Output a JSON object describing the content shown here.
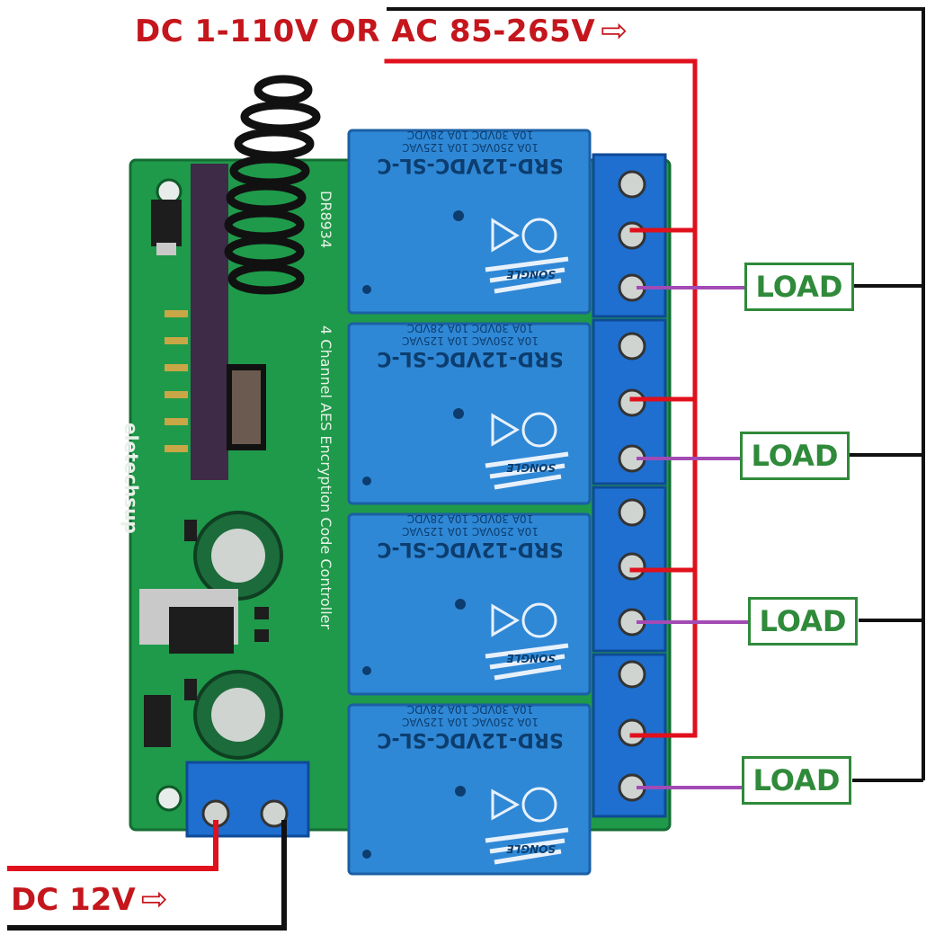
{
  "labels": {
    "supply_main": "DC 1-110V OR AC 85-265V",
    "supply_control": "DC 12V",
    "arrow_glyph": "⇨",
    "load": "LOAD"
  },
  "board": {
    "brand": "eletechsup",
    "title": "4 Channel AES Encryption Code Controller",
    "model": "DR8934",
    "relays": [
      {
        "model": "SRD-12VDC-SL-C",
        "ratings": [
          "10A 250VAC 10A 125VAC",
          "10A 30VDC 10A 28VDC"
        ],
        "maker": "SONGLE"
      },
      {
        "model": "SRD-12VDC-SL-C",
        "ratings": [
          "10A 250VAC 10A 125VAC",
          "10A 30VDC 10A 28VDC"
        ],
        "maker": "SONGLE"
      },
      {
        "model": "SRD-12VDC-SL-C",
        "ratings": [
          "10A 250VAC 10A 125VAC",
          "10A 30VDC 10A 28VDC"
        ],
        "maker": "SONGLE"
      },
      {
        "model": "SRD-12VDC-SL-C",
        "ratings": [
          "10A 250VAC 10A 125VAC",
          "10A 30VDC 10A 28VDC"
        ],
        "maker": "SONGLE"
      }
    ]
  },
  "colors": {
    "live_wire": "#e0101c",
    "neutral_wire": "#111111",
    "load_wire": "#a34bb5",
    "label_red": "#c4161c",
    "load_text": "#2f8a3a",
    "pcb": "#1f9a4a",
    "relay": "#2f88d6",
    "terminal": "#1e6fd0"
  }
}
